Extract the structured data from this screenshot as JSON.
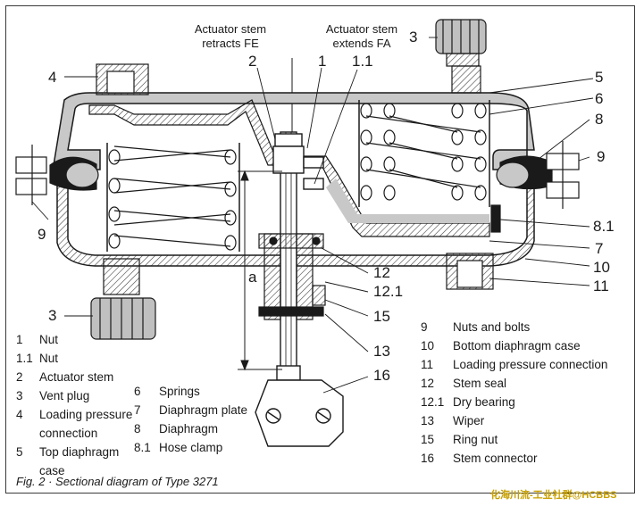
{
  "header": {
    "fe_line1": "Actuator stem",
    "fe_line2": "retracts FE",
    "fa_line1": "Actuator stem",
    "fa_line2": "extends FA"
  },
  "callouts": {
    "c2": "2",
    "c1": "1",
    "c1_1": "1.1",
    "c3_top": "3",
    "c5": "5",
    "c6": "6",
    "c4": "4",
    "c8": "8",
    "c9_right": "9",
    "c9_left": "9",
    "c8_1": "8.1",
    "c7": "7",
    "c10": "10",
    "c11": "11",
    "c12": "12",
    "c12_1": "12.1",
    "c15": "15",
    "c13": "13",
    "c16": "16",
    "c3_bottom": "3",
    "dim_a": "a"
  },
  "legend_left": [
    {
      "num": "1",
      "text": "Nut"
    },
    {
      "num": "1.1",
      "text": "Nut"
    },
    {
      "num": "2",
      "text": "Actuator stem"
    },
    {
      "num": "3",
      "text": "Vent plug"
    },
    {
      "num": "4",
      "text": "Loading pressure"
    },
    {
      "num": "",
      "text": "connection"
    },
    {
      "num": "5",
      "text": "Top diaphragm"
    },
    {
      "num": "",
      "text": "case"
    }
  ],
  "legend_mid": [
    {
      "num": "6",
      "text": "Springs"
    },
    {
      "num": "7",
      "text": "Diaphragm plate"
    },
    {
      "num": "8",
      "text": "Diaphragm"
    },
    {
      "num": "8.1",
      "text": "Hose clamp"
    }
  ],
  "legend_right": [
    {
      "num": "9",
      "text": "Nuts and bolts"
    },
    {
      "num": "10",
      "text": "Bottom diaphragm case"
    },
    {
      "num": "11",
      "text": "Loading pressure connection"
    },
    {
      "num": "12",
      "text": "Stem seal"
    },
    {
      "num": "12.1",
      "text": "Dry bearing"
    },
    {
      "num": "13",
      "text": "Wiper"
    },
    {
      "num": "15",
      "text": "Ring nut"
    },
    {
      "num": "16",
      "text": "Stem connector"
    }
  ],
  "caption": "Fig. 2 · Sectional diagram of Type 3271",
  "watermark": "化海川流-工业社群@HCBBS",
  "colors": {
    "line": "#1a1a1a",
    "fill_gray": "#c8c8c8",
    "hatch": "#555555",
    "background": "#ffffff"
  }
}
